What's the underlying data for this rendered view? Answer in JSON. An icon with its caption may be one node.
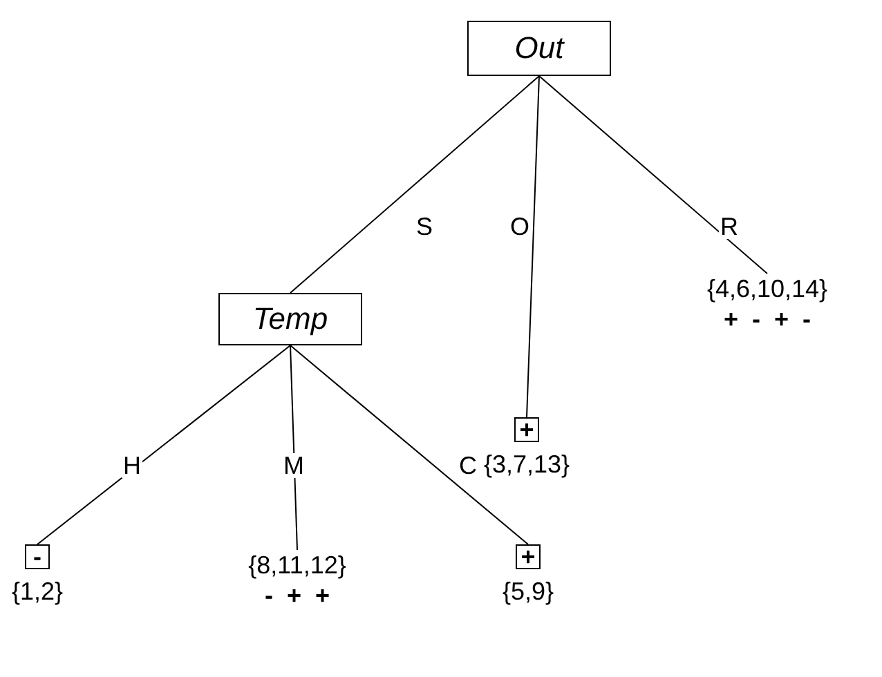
{
  "diagram": {
    "nodes": [
      {
        "text": [
          "Out"
        ]
      },
      {
        "text": [
          "Temp"
        ]
      },
      {
        "text": [
          "+"
        ],
        "beside": [
          "{3,7,13}"
        ]
      },
      {
        "text": [
          "{4,6,10,14}",
          "+  -  +  -"
        ]
      },
      {
        "text": [
          "-"
        ],
        "beside": [
          "{1,2}"
        ]
      },
      {
        "text": [
          "{8,11,12}",
          "-  +  +"
        ]
      },
      {
        "text": [
          "+"
        ],
        "beside": [
          "{5,9}"
        ]
      }
    ],
    "edges": [
      {
        "from": 0,
        "to": 1,
        "arrow": "none",
        "label": "S"
      },
      {
        "from": 0,
        "to": 2,
        "arrow": "none",
        "label": "O"
      },
      {
        "from": 0,
        "to": 3,
        "arrow": "none",
        "label": "R"
      },
      {
        "from": 1,
        "to": 4,
        "arrow": "none",
        "label": "H"
      },
      {
        "from": 1,
        "to": 5,
        "arrow": "none",
        "label": "M"
      },
      {
        "from": 1,
        "to": 6,
        "arrow": "none",
        "label": "C"
      }
    ]
  }
}
